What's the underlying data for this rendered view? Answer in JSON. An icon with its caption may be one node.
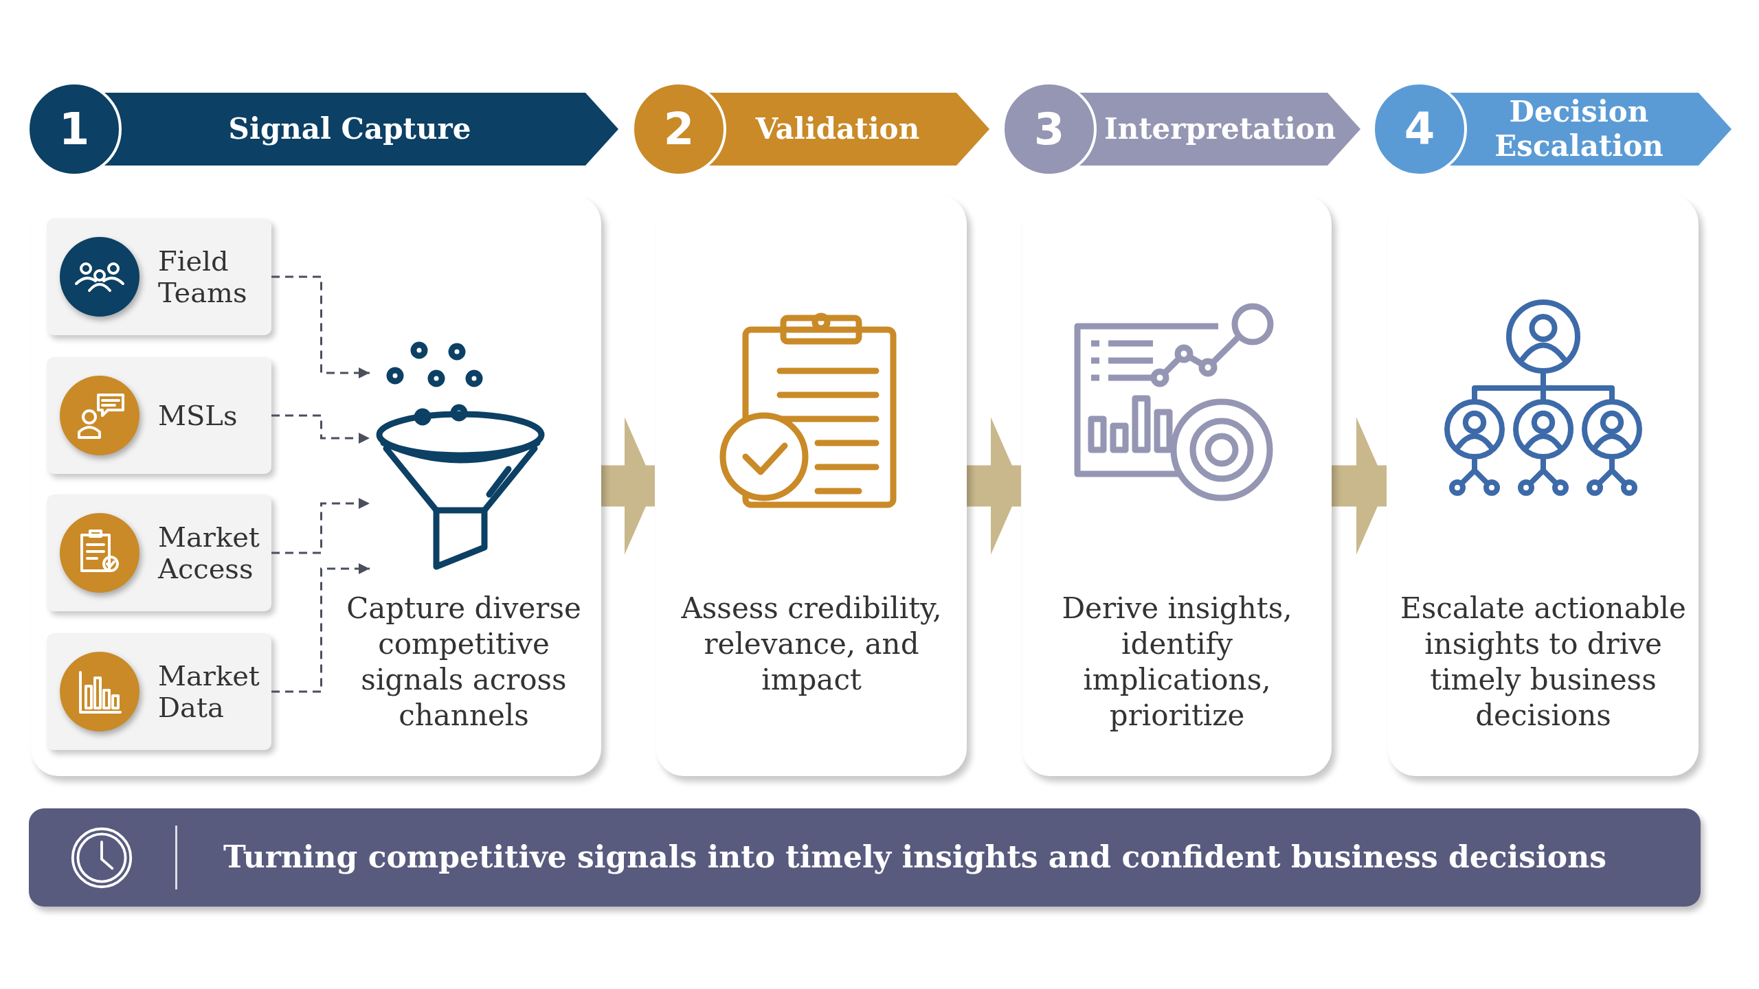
{
  "diagram": {
    "nodes": [
      {
        "text": [
          "1",
          "Signal Capture"
        ]
      },
      {
        "text": [
          "2",
          "Validation"
        ]
      },
      {
        "text": [
          "3",
          "Interpretation"
        ]
      },
      {
        "text": [
          "4",
          "Decision Escalation"
        ]
      },
      {
        "text": [
          "Capture diverse competitive signals across channels"
        ]
      },
      {
        "text": [
          "Field Teams"
        ],
        "in": 4
      },
      {
        "text": [
          "MSLs"
        ],
        "in": 4
      },
      {
        "text": [
          "Market Access"
        ],
        "in": 4
      },
      {
        "text": [
          "Market Data"
        ],
        "in": 4
      },
      {
        "text": [],
        "shape": "funnel",
        "in": 4
      },
      {
        "text": [
          "Assess credibility, relevance, and impact"
        ]
      },
      {
        "text": [
          "Derive insights, identify implications, prioritize"
        ]
      },
      {
        "text": [
          "Escalate actionable insights to drive timely business decisions"
        ]
      },
      {
        "text": [
          "Turning competitive signals into timely insights and confident business decisions"
        ]
      }
    ],
    "edges": [
      {
        "from": 5,
        "to": 9,
        "arrow": "to",
        "style": "dashed"
      },
      {
        "from": 6,
        "to": 9,
        "arrow": "to",
        "style": "dashed"
      },
      {
        "from": 7,
        "to": 9,
        "arrow": "to",
        "style": "dashed"
      },
      {
        "from": 8,
        "to": 9,
        "arrow": "to",
        "style": "dashed"
      },
      {
        "from": 4,
        "to": 10,
        "arrow": "to",
        "style": "thick",
        "color": "#c9b88c"
      },
      {
        "from": 10,
        "to": 11,
        "arrow": "to",
        "style": "thick",
        "color": "#c9b88c"
      },
      {
        "from": 11,
        "to": 12,
        "arrow": "to",
        "style": "thick",
        "color": "#c9b88c"
      }
    ]
  }
}
